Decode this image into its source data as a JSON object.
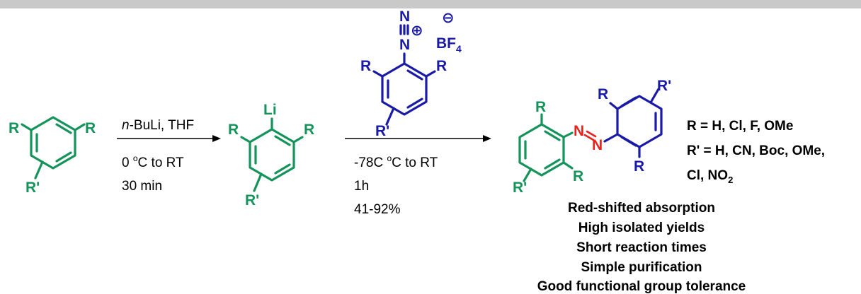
{
  "colors": {
    "starting_material": "#14945a",
    "diazonium": "#1a1aa8",
    "azo": "#e8221a",
    "text": "#000000",
    "top_bar": "#c9c9c9"
  },
  "labels": {
    "R": "R",
    "R_prime": "R'",
    "Li": "Li",
    "N": "N",
    "BF": "BF",
    "four": "4",
    "plus": "⊕",
    "minus": "⊖"
  },
  "step1": {
    "reagent_italic": "n",
    "reagent_rest": "-BuLi, THF",
    "temp_prefix": "0 ",
    "temp_sup": "o",
    "temp_suffix": "C to RT",
    "time": "30 min"
  },
  "step2": {
    "temp_prefix": "-78C ",
    "temp_sup": "o",
    "temp_suffix": "C to RT",
    "time": "1h",
    "yield": "41-92%"
  },
  "definitions": {
    "R_def": "R = H, Cl, F, OMe",
    "Rp_def_line1": "R' = H, CN, Boc, OMe,",
    "Rp_def_line2_prefix": "Cl, NO",
    "Rp_def_line2_sub": "2"
  },
  "features": [
    "Red-shifted absorption",
    "High isolated yields",
    "Short reaction times",
    "Simple purification",
    "Good functional group tolerance"
  ]
}
